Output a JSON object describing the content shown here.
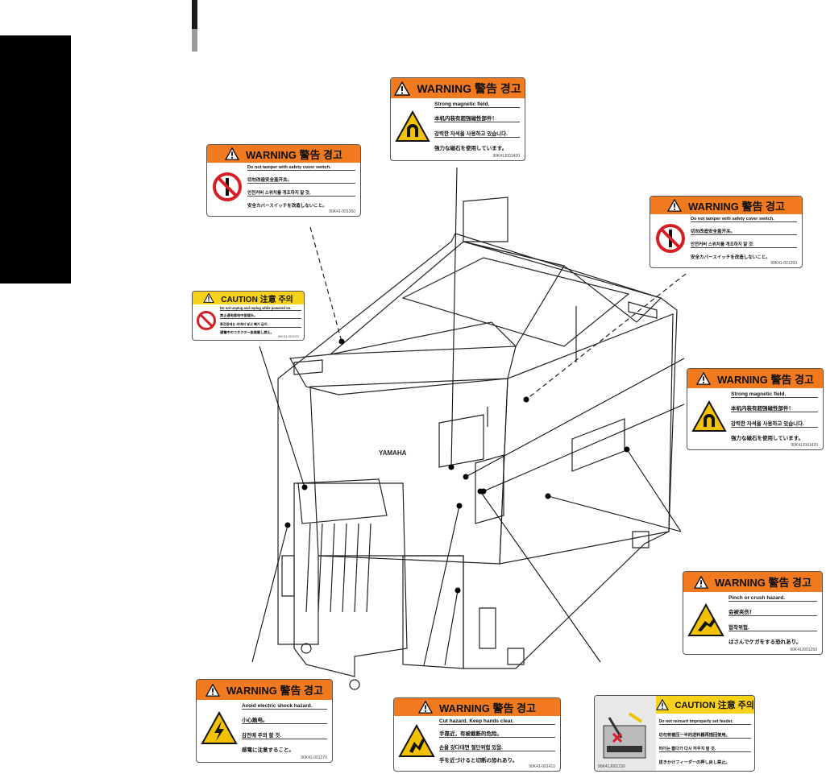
{
  "labels": {
    "magnetic_top": {
      "header": "WARNING 警告 경고",
      "lines": [
        "Strong magnetic field.",
        "本机内装有超强磁性部件！",
        "강력한 자석을 사용하고 있습니다.",
        "強力な磁石を使用しています。"
      ],
      "code": "90K41J001420"
    },
    "safety_switch_left": {
      "header": "WARNING 警告 경고",
      "lines": [
        "Do not tamper with safety cover switch.",
        "切勿改造安全盖开关。",
        "안전커버 스위치를 개조하지 말 것.",
        "安全カバースイッチを改造しないこと。"
      ],
      "code": "90K41-001260"
    },
    "safety_switch_right": {
      "header": "WARNING 警告 경고",
      "lines": [
        "Do not tamper with safety cover switch.",
        "切勿改造安全盖开关。",
        "안전커버 스위치를 개조하지 말 것.",
        "安全カバースイッチを改造しないこと。"
      ],
      "code": "90K41-001260"
    },
    "unplug_caution": {
      "header": "CAUTION 注意 주의",
      "lines": [
        "Do not unplug and replug while powered on.",
        "禁止通电插电中拔插头。",
        "통전중에는 커넥터 넣고 빼기 금지.",
        "通電中のコネクター抜差厳し禁止。"
      ],
      "code": "90K41-001070"
    },
    "magnetic_right": {
      "header": "WARNING 警告 경고",
      "lines": [
        "Strong magnetic field.",
        "本机内装有超强磁性部件！",
        "강력한 자석을 사용하고 있습니다.",
        "強力な磁石を使用しています。"
      ],
      "code": "90K41J001420"
    },
    "pinch_crush": {
      "header": "WARNING 警告 경고",
      "lines": [
        "Pinch or crush hazard.",
        "会被夹伤！",
        "협착위험.",
        "はさんでケガをする恐れあり。"
      ],
      "code": "90K41J001250"
    },
    "electric_shock": {
      "header": "WARNING 警告 경고",
      "lines": [
        "Avoid electric shock hazard.",
        "小心触电。",
        "감전에 주의 할 것.",
        "感電に注意すること。"
      ],
      "code": "90K41-001270"
    },
    "cut_hazard": {
      "header": "WARNING 警告 경고",
      "lines": [
        "Cut hazard. Keep hands clear.",
        "手靠近，有被截断的危险。",
        "손을 갖다대면 절단위험 있음.",
        "手を近づけると切断の恐れあり。"
      ],
      "code": "90K41-001410"
    },
    "feeder_caution": {
      "header": "CAUTION 注意 주의",
      "lines": [
        "Do not reinsert improperly set feeder.",
        "切勿将被压一半的送料器再插回使用。",
        "피더는 뽑다가 다시 끼우지 말 것.",
        "抜きかけフィーダーの押し戻し禁止。"
      ],
      "code": "90K41J001230"
    }
  },
  "machine": {
    "brand": "YAMAHA"
  }
}
